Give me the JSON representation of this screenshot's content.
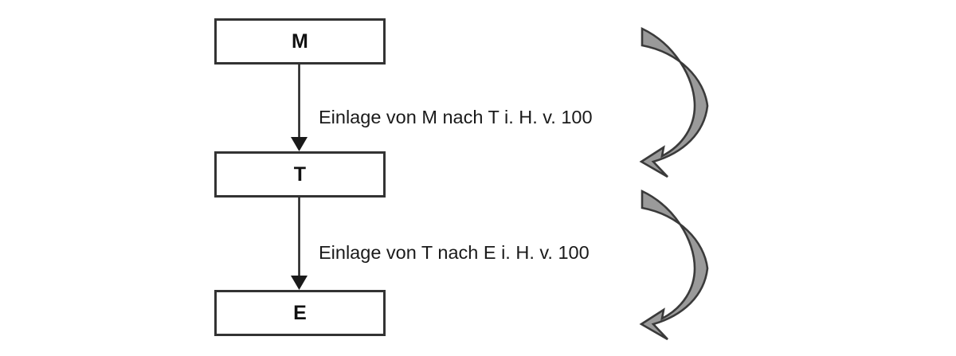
{
  "diagram": {
    "type": "flowchart",
    "orientation": "vertical",
    "colors": {
      "box_border": "#333333",
      "box_fill": "#ffffff",
      "text": "#1a1a1a",
      "connector": "#1a1a1a",
      "curved_arrow_fill": "#9a9a9a",
      "curved_arrow_stroke": "#3a3a3a",
      "background": "#ffffff"
    },
    "nodes": [
      {
        "id": "m",
        "label": "M"
      },
      {
        "id": "t",
        "label": "T"
      },
      {
        "id": "e",
        "label": "E"
      }
    ],
    "edges": [
      {
        "id": "m-to-t",
        "from": "M",
        "to": "T",
        "caption": "Einlage von M nach T i. H. v. 100",
        "amount": 100,
        "direction": "down"
      },
      {
        "id": "t-to-e",
        "from": "T",
        "to": "E",
        "caption": "Einlage von T nach E i. H. v. 100",
        "amount": 100,
        "direction": "down"
      }
    ],
    "curved_arrows": [
      {
        "id": "curved-arrow-upper",
        "shape": "c-curve",
        "points": "left-down"
      },
      {
        "id": "curved-arrow-lower",
        "shape": "c-curve",
        "points": "left-down"
      }
    ]
  }
}
